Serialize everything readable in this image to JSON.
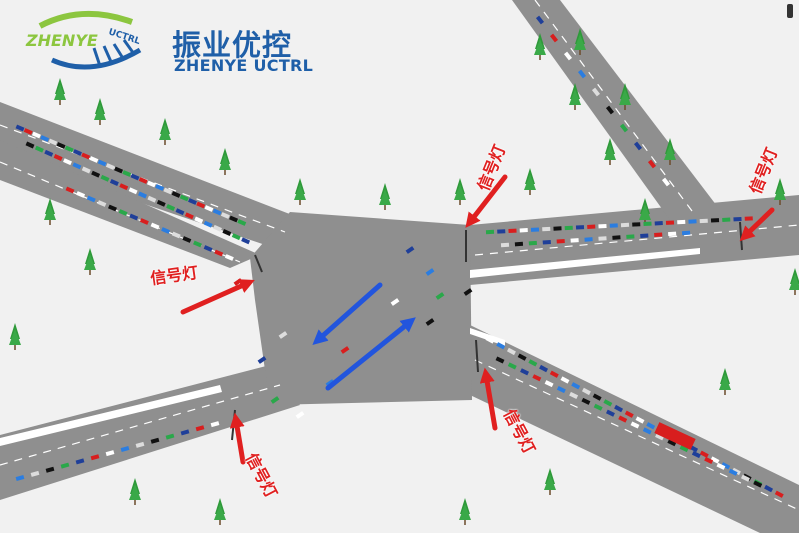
{
  "brand": {
    "mark_text": "ZHENYE",
    "mark_subtext": "UCTRL",
    "name_cn": "振业优控",
    "name_en": "ZHENYE UCTRL",
    "color_primary": "#1f5fa8",
    "color_accent": "#8cc63f"
  },
  "labels": {
    "signal_west": "信号灯",
    "signal_north": "信号灯",
    "signal_east": "信号灯",
    "signal_south_left": "信号灯",
    "signal_south_right": "信号灯"
  },
  "colors": {
    "road": "#8f8f8f",
    "ground": "#f1f1f1",
    "flow_arrow": "#2255dd",
    "signal_arrow": "#e02020",
    "tree": "#2f9a3a"
  },
  "icons": {
    "flow_left": "arrow-left-icon",
    "flow_right": "arrow-right-icon",
    "signal_pointer": "arrow-pointer-icon",
    "status_light": "traffic-light-icon"
  }
}
